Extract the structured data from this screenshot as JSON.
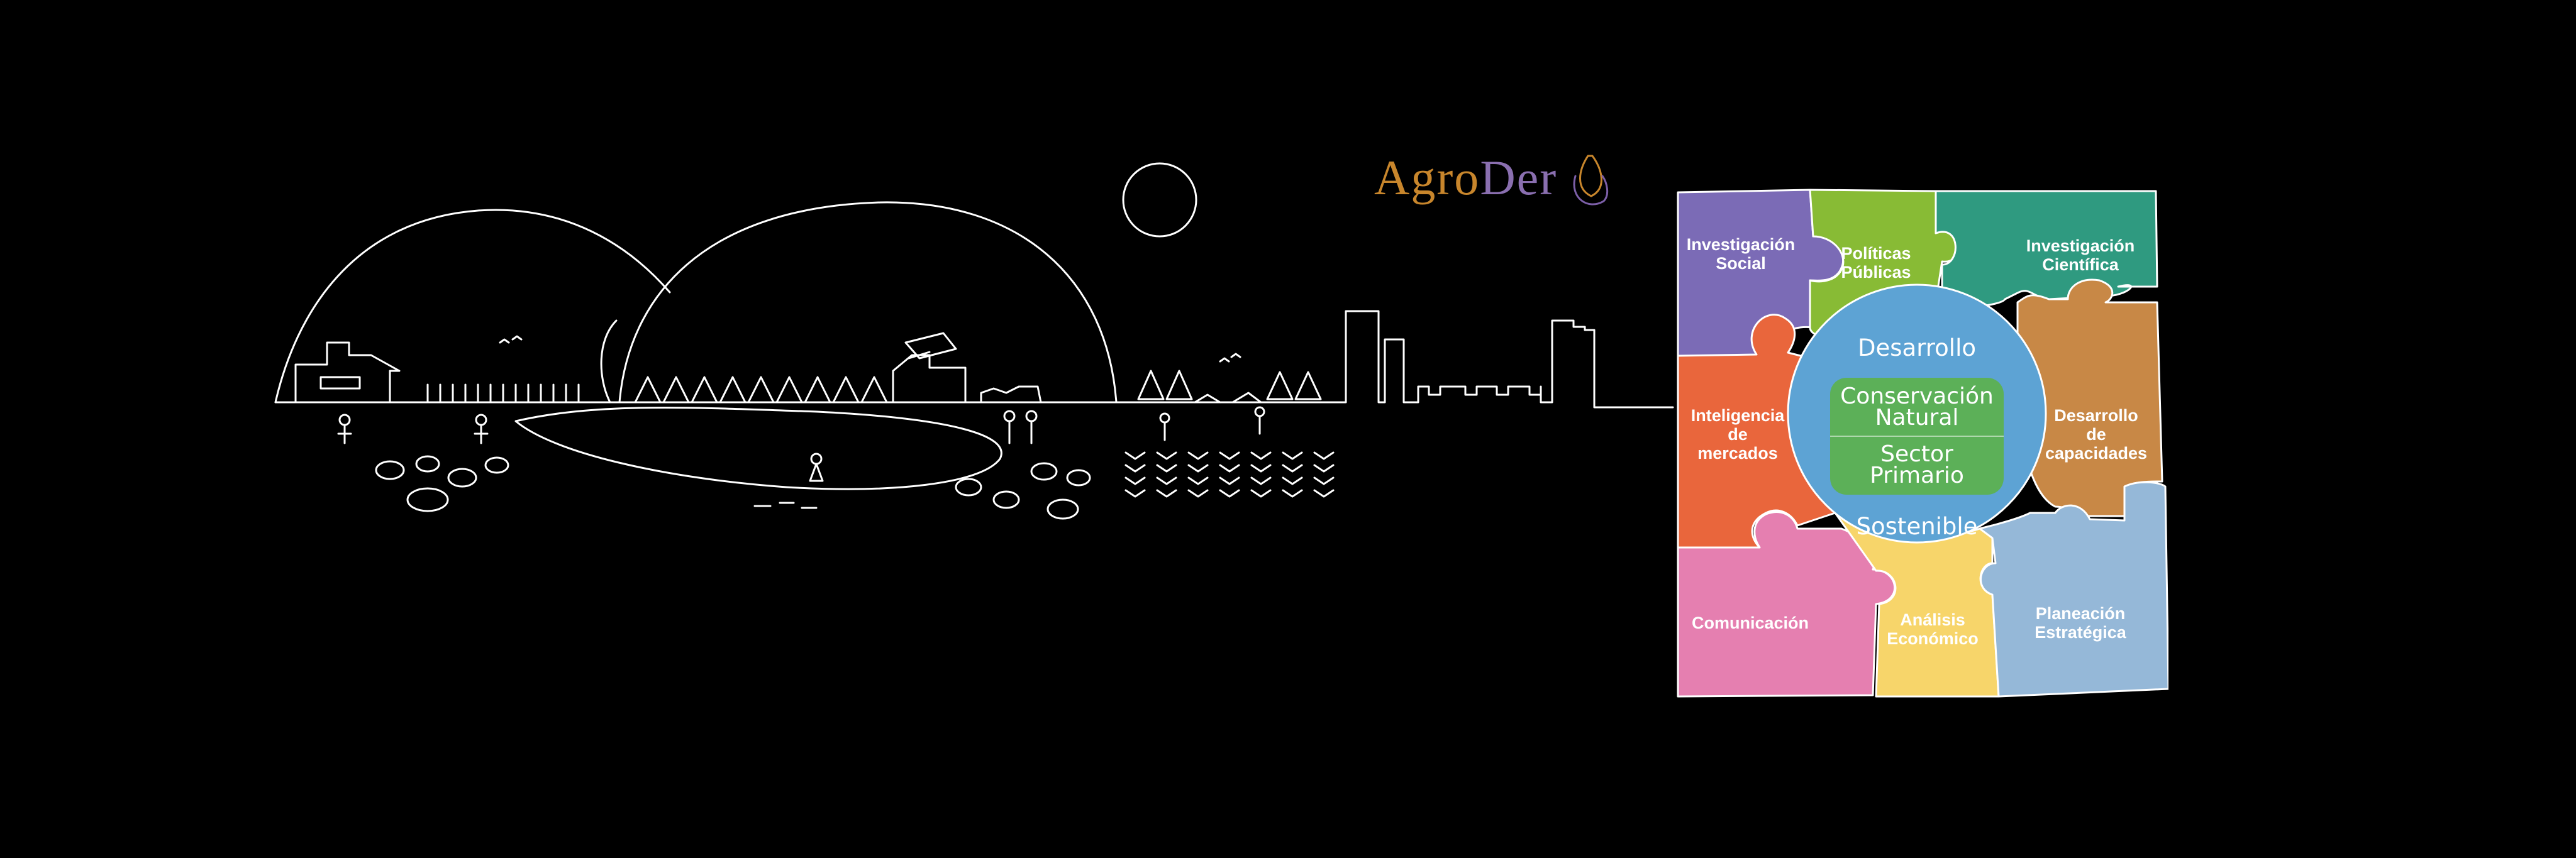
{
  "logo": {
    "part1": "Agro",
    "part2": "Der"
  },
  "pieces": [
    {
      "id": "inv-social",
      "label": "Investigación\nSocial",
      "color": "#7b6bb6"
    },
    {
      "id": "politicas",
      "label": "Políticas\nPúblicas",
      "color": "#88bb35"
    },
    {
      "id": "inv-cientifica",
      "label": "Investigación\nCientífica",
      "color": "#2f9a80"
    },
    {
      "id": "inteligencia",
      "label": "Inteligencia\nde\nmercados",
      "color": "#e9663c"
    },
    {
      "id": "desarrollo-cap",
      "label": "Desarrollo\nde\ncapacidades",
      "color": "#c88846"
    },
    {
      "id": "comunicacion",
      "label": "Comunicación",
      "color": "#e57fb0"
    },
    {
      "id": "analisis",
      "label": "Análisis\nEconómico",
      "color": "#f7d56a"
    },
    {
      "id": "planeacion",
      "label": "Planeación\nEstratégica",
      "color": "#95b8d8"
    }
  ],
  "ring": {
    "top": "Desarrollo",
    "bottom": "Sostenible",
    "color": "#5da3d4"
  },
  "core": {
    "upper": "Conservación\nNatural",
    "lower": "Sector\nPrimario",
    "color": "#5cb058"
  }
}
